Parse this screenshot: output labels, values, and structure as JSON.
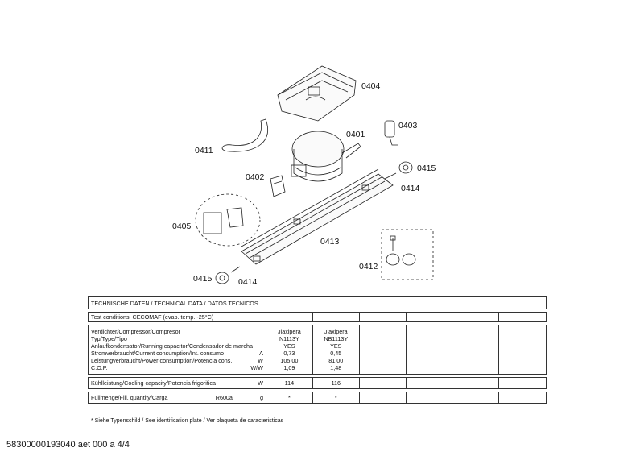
{
  "parts": {
    "p0404": "0404",
    "p0401": "0401",
    "p0403": "0403",
    "p0411": "0411",
    "p0402": "0402",
    "p0415a": "0415",
    "p0414a": "0414",
    "p0405": "0405",
    "p0413": "0413",
    "p0412": "0412",
    "p0415b": "0415",
    "p0414b": "0414"
  },
  "table": {
    "header": "TECHNISCHE DATEN / TECHNICAL DATA / DATOS TECNICOS",
    "test_conditions": "Test conditions:  CECOMAF (evap. temp. -25°C)",
    "rows1": {
      "labels": [
        "Verdichter/Compressor/Compresor",
        "Typ/Type/Tipo",
        "Anlaufkondensator/Running capacitor/Condensador de marcha",
        "Stromverbraucht/Current consumption/Int. consumo",
        "Leistungverbraucht/Power consumption/Potencia cons.",
        "C.O.P."
      ],
      "units": [
        "",
        "",
        "",
        "A",
        "W",
        "W/W"
      ],
      "col1": [
        "Jiaxipera",
        "N1113Y",
        "YES",
        "0,73",
        "105,00",
        "1,09"
      ],
      "col2": [
        "Jiaxipera",
        "NB1113Y",
        "YES",
        "0,45",
        "81,00",
        "1,48"
      ]
    },
    "cooling": {
      "label": "Kühlleistung/Cooling capacity/Potencia frigorifica",
      "unit": "W",
      "v1": "114",
      "v2": "116"
    },
    "fill": {
      "label": "Füllmenge/Fill. quantity/Carga",
      "gas": "R600a",
      "unit": "g",
      "v1": "*",
      "v2": "*"
    }
  },
  "footnote": "* Siehe Typenschild / See identification plate / Ver plaqueta de caracteristicas",
  "doc_id": "58300000193040 aet 000 a 4/4"
}
